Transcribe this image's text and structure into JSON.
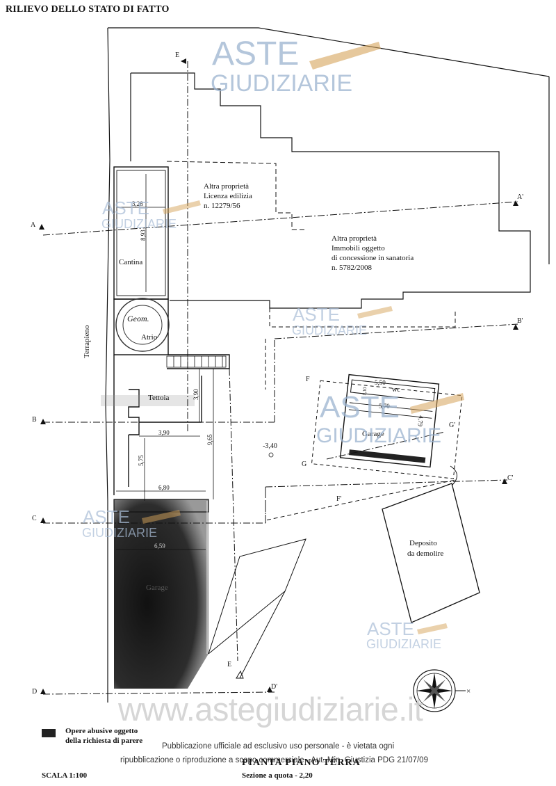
{
  "header": {
    "title": "RILIEVO DELLO STATO DI FATTO"
  },
  "rooms": {
    "cantina": "Cantina",
    "atrio": "Atrio",
    "tettoia": "Tettoia",
    "garage": "Garage",
    "wc": "wc",
    "deposito_line1": "Deposito",
    "deposito_line2": "da demolire",
    "terrapieno": "Terrapieno",
    "garage_lower": "Garage"
  },
  "neighbors": {
    "licenza": [
      "Altra proprietà",
      "Licenza edilizia",
      "n. 12279/56"
    ],
    "sanatoria": [
      "Altra proprietà",
      "Immobili oggetto",
      "di concessione in sanatoria",
      "n. 5782/2008"
    ]
  },
  "dimensions": {
    "d_328": "3,28",
    "d_893": "8,93",
    "d_390a": "3,90",
    "d_390b": "3,90",
    "d_965": "9,65",
    "d_575": "5,75",
    "d_680": "6,80",
    "d_659": "6,59",
    "d_550": "5,50",
    "d_570": "5,70",
    "d_479": "4,79",
    "d_110": "1,10",
    "level": "-3,40"
  },
  "section_marks": {
    "A": "A",
    "A_prime": "A'",
    "B": "B",
    "B_prime": "B'",
    "C": "C",
    "C_prime": "C'",
    "D": "D",
    "D_prime": "D'",
    "E_top": "E",
    "E_bottom": "E",
    "F_top": "F",
    "F_bottom": "F'",
    "G": "G",
    "G_prime": "G'"
  },
  "stamp": {
    "text": "Geom."
  },
  "legend": {
    "line1": "Opere abusive oggetto",
    "line2": "della richiesta di parere",
    "swatch_color": "#222222"
  },
  "footer": {
    "scale": "SCALA 1:100",
    "plan_title": "PIANTA PIANO TERRA",
    "section_note": "Sezione a quota - 2,20",
    "notice_line1": "Pubblicazione ufficiale ad esclusivo uso personale - è vietata ogni",
    "notice_line2": "ripubblicazione o riproduzione a scopo commerciale - Aut. Min. Giustizia PDG 21/07/09"
  },
  "watermarks": {
    "brand_top": "ASTE",
    "brand_bottom": "GIUDIZIARIE",
    "site": "www.astegiudiziarie.it"
  },
  "colors": {
    "ink": "#111111",
    "watermark_blue": "#9bb3cf",
    "watermark_gold": "#d6a35a"
  }
}
